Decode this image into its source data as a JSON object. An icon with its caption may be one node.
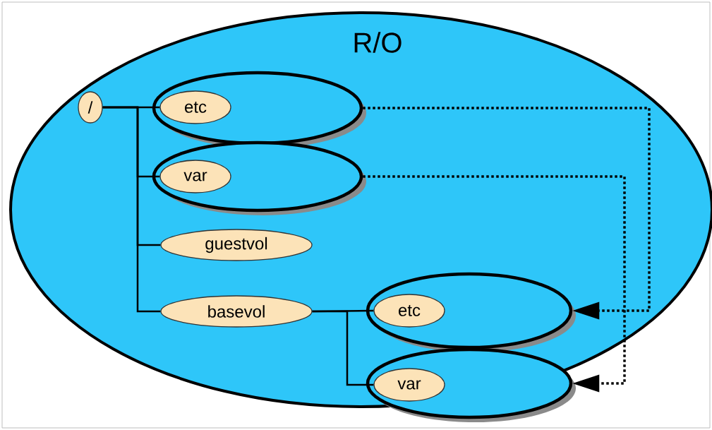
{
  "diagram": {
    "nodes": [
      {
        "text": [
          "R/O"
        ]
      },
      {
        "text": [
          "/"
        ],
        "in": 0
      },
      {
        "text": [],
        "shape": "ellipse",
        "in": 0
      },
      {
        "text": [
          "etc"
        ],
        "in": 2
      },
      {
        "text": [],
        "shape": "ellipse",
        "in": 0
      },
      {
        "text": [
          "var"
        ],
        "in": 4
      },
      {
        "text": [
          "guestvol"
        ],
        "in": 0
      },
      {
        "text": [
          "basevol"
        ],
        "in": 0
      },
      {
        "text": [],
        "shape": "ellipse",
        "in": 0
      },
      {
        "text": [
          "etc"
        ],
        "in": 8
      },
      {
        "text": [],
        "shape": "ellipse"
      },
      {
        "text": [
          "var"
        ],
        "in": 10
      }
    ],
    "edges": [
      {
        "from": 1,
        "to": 3,
        "arrow": "none"
      },
      {
        "from": 1,
        "to": 5,
        "arrow": "none"
      },
      {
        "from": 1,
        "to": 6,
        "arrow": "none"
      },
      {
        "from": 1,
        "to": 7,
        "arrow": "none"
      },
      {
        "from": 7,
        "to": 9,
        "arrow": "none"
      },
      {
        "from": 7,
        "to": 11,
        "arrow": "none"
      },
      {
        "from": 2,
        "to": 8,
        "arrow": "to",
        "style": "dashed"
      },
      {
        "from": 4,
        "to": 10,
        "arrow": "to",
        "style": "dashed"
      }
    ]
  }
}
